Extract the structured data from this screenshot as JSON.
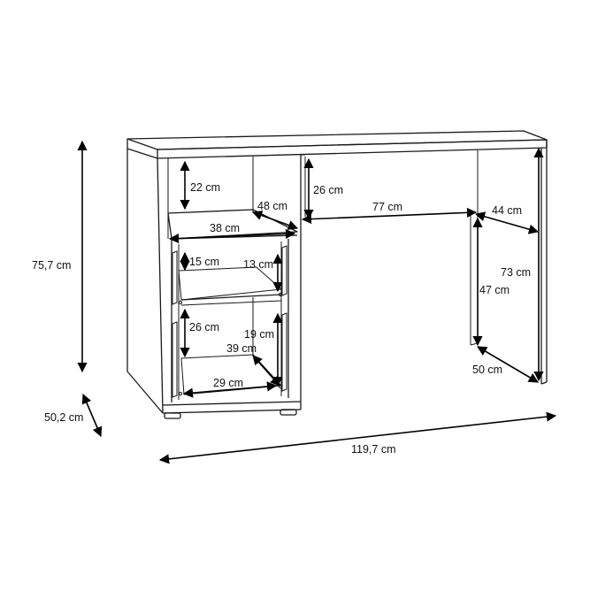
{
  "dimensions": {
    "overall_height": "75,7 cm",
    "overall_depth": "50,2 cm",
    "overall_width": "119,7 cm",
    "upper_niche_height": "22 cm",
    "upper_niche_depth": "48 cm",
    "shelf_width": "38 cm",
    "drawer_height_top": "15 cm",
    "drawer_inner_top": "13 cm",
    "drawer_height_bottom": "26 cm",
    "drawer_inner_bottom": "19 cm",
    "drawer_depth": "39 cm",
    "drawer_width": "29 cm",
    "knee_clearance_top": "26 cm",
    "knee_width": "77 cm",
    "side_depth": "44 cm",
    "knee_height": "47 cm",
    "leg_height": "73 cm",
    "leg_depth": "50 cm"
  }
}
